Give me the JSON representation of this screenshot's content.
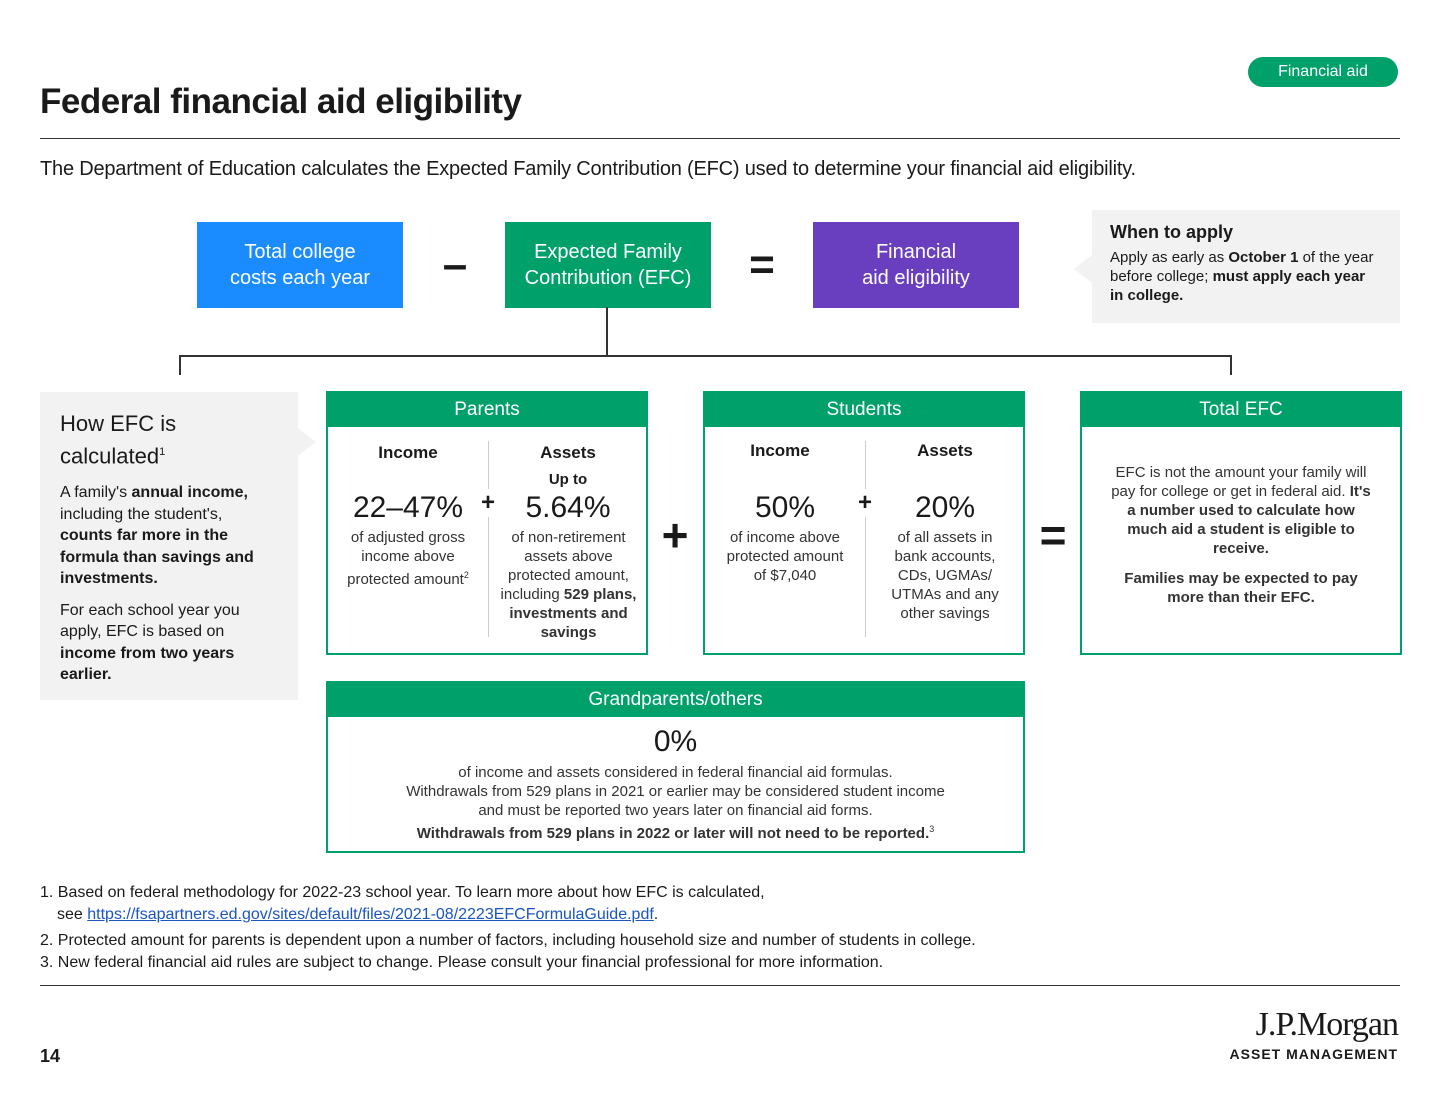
{
  "badge": "Financial aid",
  "title": "Federal financial aid eligibility",
  "intro": "The Department of Education calculates the Expected Family Contribution (EFC) used to determine your financial aid eligibility.",
  "equation": {
    "box1_line1": "Total college",
    "box1_line2": "costs each year",
    "minus": "–",
    "box2_line1": "Expected Family",
    "box2_line2": "Contribution (EFC)",
    "equals": "=",
    "box3_line1": "Financial",
    "box3_line2": "aid eligibility",
    "colors": {
      "box1": "#1a8cff",
      "box2": "#00a06b",
      "box3": "#6a3fbf"
    }
  },
  "when_to_apply": {
    "heading": "When to apply",
    "p1": "Apply as early as ",
    "p1_bold": "October 1",
    "p2": " of the year before college; ",
    "p2_bold": "must apply each year in college."
  },
  "how_efc": {
    "heading1": "How EFC is",
    "heading2": "calculated",
    "heading_sup": "1",
    "a1": "A family's ",
    "a1_bold": "annual income,",
    "a2": " including the student's, ",
    "a2_bold": "counts far more in the formula than savings and investments.",
    "b1": "For each school year you apply, EFC is based on ",
    "b1_bold": "income from two years earlier."
  },
  "parents": {
    "header": "Parents",
    "income_label": "Income",
    "income_value": "22–47%",
    "income_desc": "of adjusted gross income above protected amount",
    "income_sup": "2",
    "plus": "+",
    "assets_label": "Assets",
    "assets_upto": "Up to",
    "assets_value": "5.64%",
    "assets_desc1": "of non-retirement assets above protected amount, including ",
    "assets_desc_bold": "529 plans, investments and savings"
  },
  "big_plus": "+",
  "students": {
    "header": "Students",
    "income_label": "Income",
    "income_value": "50%",
    "income_desc": "of income above protected amount of $7,040",
    "plus": "+",
    "assets_label": "Assets",
    "assets_value": "20%",
    "assets_desc": "of all assets in bank accounts, CDs, UGMAs/ UTMAs and any other savings"
  },
  "big_equals": "=",
  "total_efc": {
    "header": "Total EFC",
    "p1": "EFC is not the amount your family will pay for college or get in federal aid. ",
    "p1_bold": "It's a number used to calculate how much aid a student is eligible to receive.",
    "p2_bold": "Families may be expected to pay more than their EFC."
  },
  "grandparents": {
    "header": "Grandparents/others",
    "value": "0%",
    "line1": "of income and assets considered in federal financial aid formulas.",
    "line2": "Withdrawals from 529 plans in 2021 or earlier may be considered student income and must be reported two years later on financial aid forms.",
    "line3_bold": "Withdrawals from 529 plans in 2022 or later will not need to be reported.",
    "line3_sup": "3"
  },
  "footnotes": {
    "f1a": "1. Based on federal methodology for 2022-23 school year. To learn more about how EFC is calculated,",
    "f1b": "see ",
    "f1_link": "https://fsapartners.ed.gov/sites/default/files/2021-08/2223EFCFormulaGuide.pdf",
    "f1_end": ".",
    "f2": "2. Protected amount for parents is dependent upon a number of factors, including household size and number of students in college.",
    "f3": "3. New federal financial aid rules are subject to change. Please consult your financial professional for more information."
  },
  "page_number": "14",
  "logo": {
    "line1": "J.P.Morgan",
    "line2": "ASSET MANAGEMENT"
  }
}
